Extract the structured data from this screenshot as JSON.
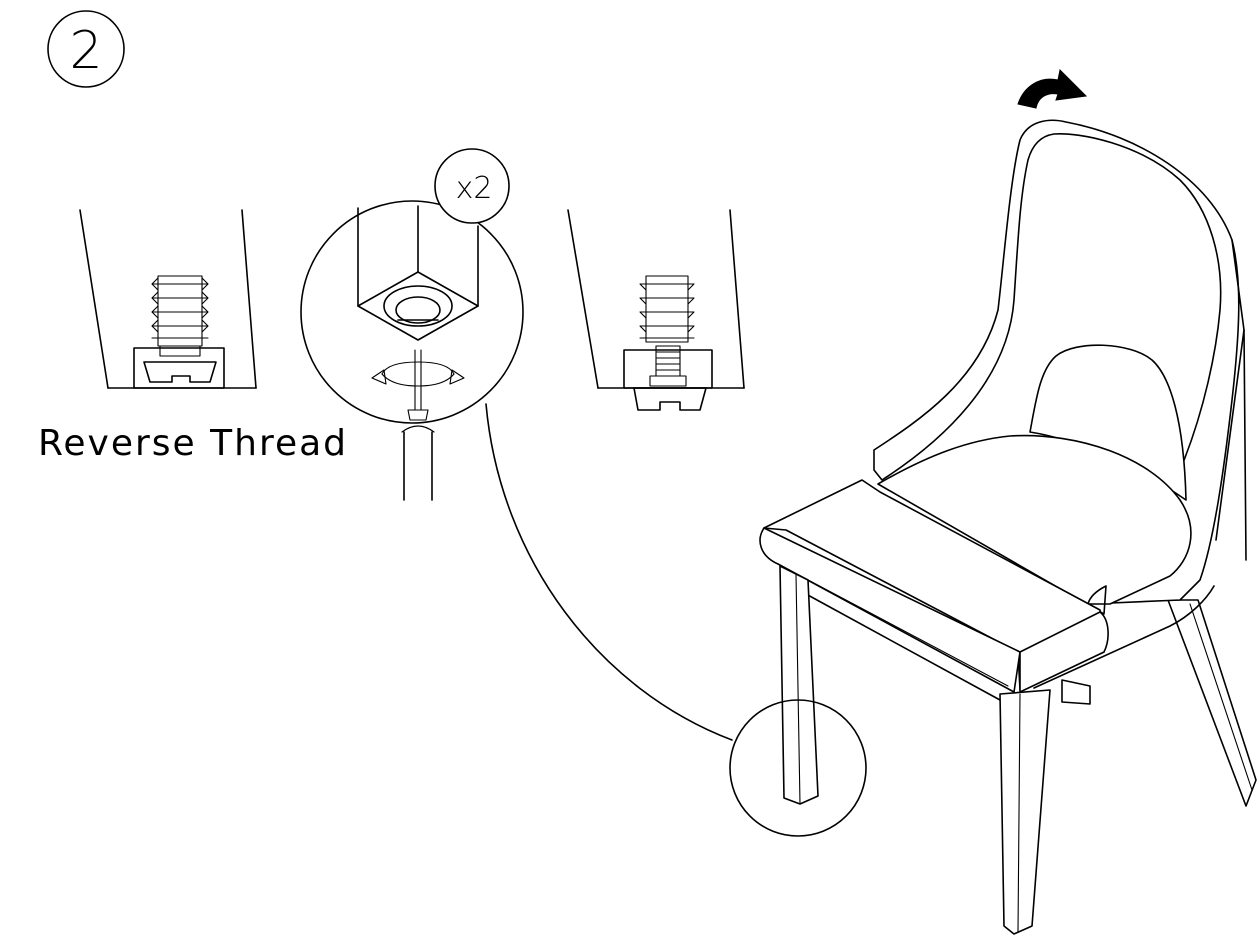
{
  "step": {
    "number": "2"
  },
  "quantity": {
    "label": "x2"
  },
  "caption": {
    "reverse_thread": "Reverse Thread"
  },
  "icons": {
    "rotate_arrow": "curved-rotate-arrow-icon",
    "turn_arrows": "counter-rotate-arrows-icon"
  },
  "colors": {
    "ink": "#000000",
    "paper": "#ffffff"
  }
}
